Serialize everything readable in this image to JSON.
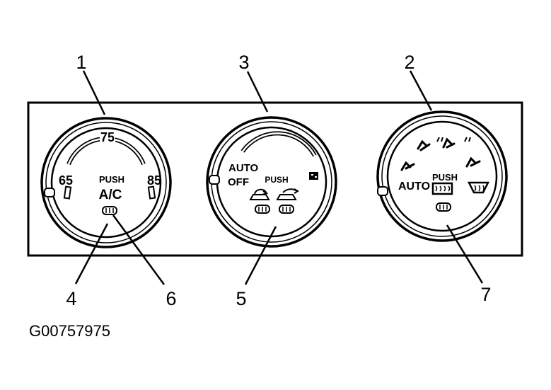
{
  "callouts": [
    "1",
    "3",
    "2",
    "4",
    "6",
    "5",
    "7"
  ],
  "left_knob": {
    "temp_top": "75",
    "temp_low": "65",
    "temp_high": "85",
    "push": "PUSH",
    "button": "A/C"
  },
  "center_knob": {
    "auto": "AUTO",
    "off": "OFF",
    "push": "PUSH",
    "icons": [
      "recirculate-icon",
      "fresh-air-icon",
      "econ-icon"
    ]
  },
  "right_knob": {
    "auto": "AUTO",
    "push": "PUSH",
    "icons": [
      "vent-face-icon",
      "bilevel-icon",
      "floor-icon",
      "floor-defrost-icon",
      "defrost-icon",
      "rear-defrost-icon",
      "front-defrost-icon"
    ]
  },
  "figure_id": "G00757975"
}
